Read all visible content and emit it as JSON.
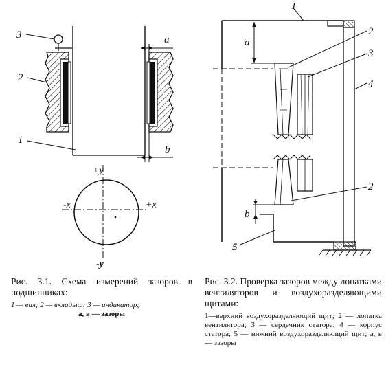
{
  "figure1": {
    "labels": {
      "indicator": "3",
      "bushing": "2",
      "shaft": "1",
      "gap_a": "a",
      "gap_b": "b",
      "plus_y": "+y",
      "minus_y": "-y",
      "minus_x": "-x",
      "plus_x": "+x"
    },
    "caption": {
      "title": "Рис. 3.1. Схема измерений зазоров в подшипниках:",
      "legend_1": "1 — вал; 2 — вкладыш; 3 — индикатор;",
      "legend_2": "a, в — зазоры"
    }
  },
  "figure2": {
    "labels": {
      "l1": "1",
      "l2_top": "2",
      "l3": "3",
      "l4": "4",
      "l2_bottom": "2",
      "l5": "5",
      "gap_a": "a",
      "gap_b": "b"
    },
    "caption": {
      "title": "Рис. 3.2. Проверка зазоров между лопатками вентиляторов и воздухоразделяющими щитами:",
      "legend": "1—верхний воздухоразделяющий щит; 2 — лопатка вентилятора; 3 — сердечник статора; 4 — корпус статора; 5 — нижний воздухоразделяющий щит; а, в — зазоры"
    }
  }
}
